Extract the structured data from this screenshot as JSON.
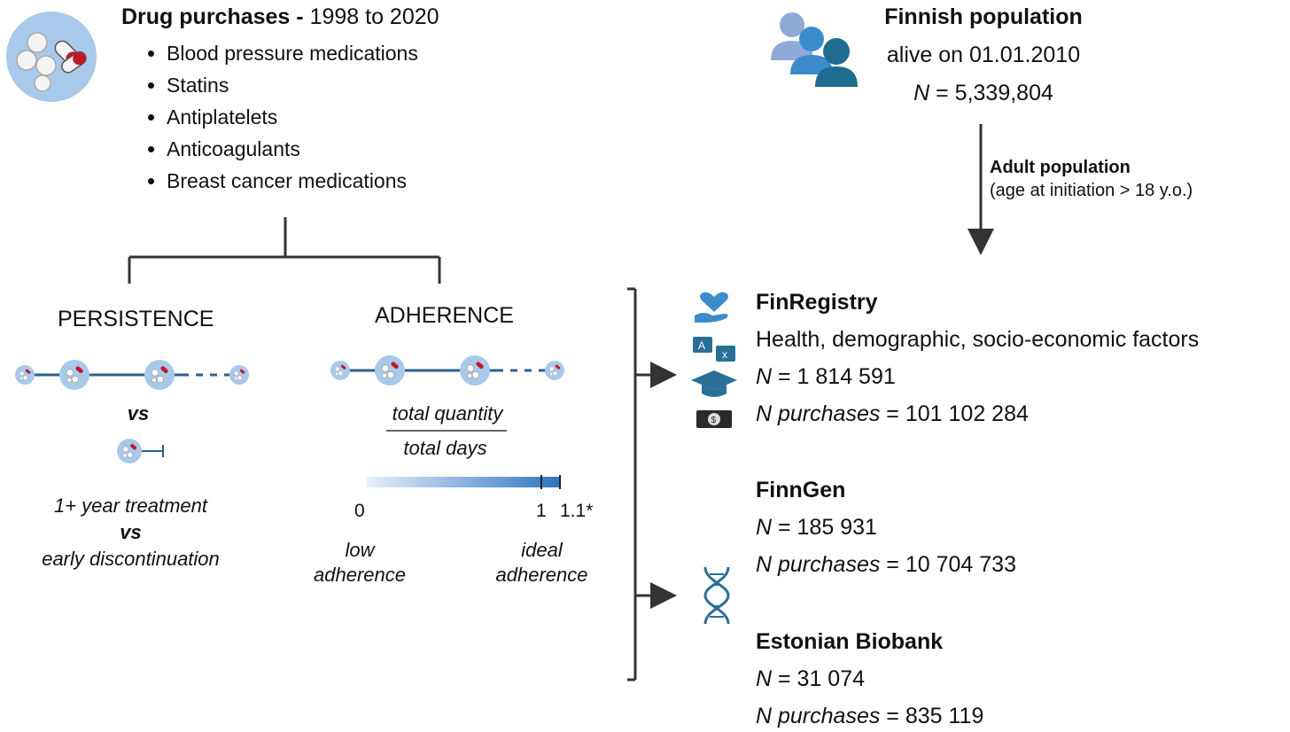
{
  "drugs": {
    "title_bold": "Drug purchases -",
    "title_years": "1998 to 2020",
    "items": [
      "Blood pressure medications",
      "Statins",
      "Antiplatelets",
      "Anticoagulants",
      "Breast cancer medications"
    ],
    "icon": "pills-capsules-icon"
  },
  "persistence": {
    "heading": "PERSISTENCE",
    "vs1": "vs",
    "line1": "1+ year treatment",
    "vs2": "vs",
    "line2": "early discontinuation"
  },
  "adherence": {
    "heading": "ADHERENCE",
    "numerator": "total quantity",
    "denominator": "total days",
    "scale_labels": {
      "zero": "0",
      "one": "1",
      "max": "1.1*"
    },
    "low_label_1": "low",
    "low_label_2": "adherence",
    "ideal_label_1": "ideal",
    "ideal_label_2": "adherence"
  },
  "population": {
    "title": "Finnish population",
    "subtitle": "alive on 01.01.2010",
    "n_symbol": "N",
    "n_value": " = 5,339,804",
    "icon": "people-group-icon"
  },
  "adult": {
    "title": "Adult population",
    "detail": "(age at initiation > 18 y.o.)"
  },
  "finregistry": {
    "name": "FinRegistry",
    "desc": "Health, demographic, socio-economic factors",
    "n_symbol": "N",
    "n_value": " = 1 814 591",
    "purchases_label": "N purchases",
    "purchases_value": " = 101 102 284",
    "icons": [
      "heart-hand-icon",
      "translate-icon",
      "graduation-cap-icon",
      "money-icon"
    ]
  },
  "finngen": {
    "name": "FinnGen",
    "n_symbol": "N",
    "n_value": " = 185 931",
    "purchases_label": "N purchases",
    "purchases_value": " = 10 704 733"
  },
  "estonian": {
    "name": "Estonian Biobank",
    "n_symbol": "N",
    "n_value": " = 31 074",
    "purchases_label": "N purchases",
    "purchases_value": " = 835 119"
  },
  "dna_icon": "dna-helix-icon",
  "colors": {
    "line": "#2f5f8f",
    "pill_circle": "#a9c9ea",
    "gradient_start": "#e6f0fb",
    "gradient_end": "#2f74c0",
    "capsule_red": "#c0182b",
    "people_light": "#8fa9d8",
    "people_mid": "#3c8ccb",
    "people_dark": "#1e6c8f",
    "icon_blue": "#2a6f97",
    "arrow": "#333333"
  }
}
